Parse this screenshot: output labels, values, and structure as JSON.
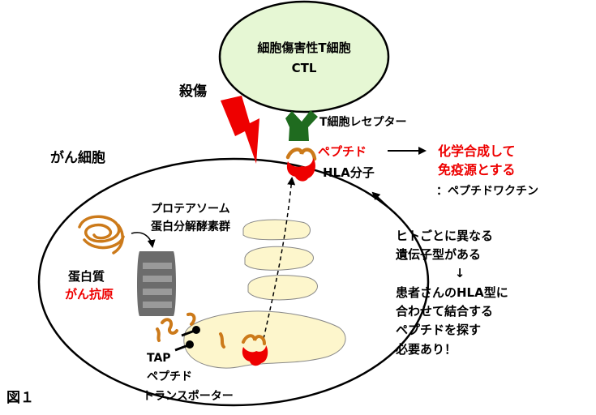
{
  "t_cell": {
    "line1": "細胞傷害性T細胞",
    "line2": "CTL",
    "fill": "#e6f7d4"
  },
  "killing_label": "殺傷",
  "tcr_label": "T細胞レセプター",
  "peptide_label": "ペプチド",
  "hla_label": "HLA分子",
  "synthesis": {
    "line1": "化学合成して",
    "line2": "免疫源とする",
    "line3": "：ペプチドワクチン"
  },
  "cancer_cell_label": "がん細胞",
  "proteasome": {
    "line1": "プロテアソーム",
    "line2": "蛋白分解酵素群"
  },
  "protein": {
    "line1": "蛋白質",
    "line2": "がん抗原"
  },
  "tap": {
    "line1": "TAP",
    "line2": "ペプチド",
    "line3": "トランスポーター"
  },
  "hla_note": {
    "line1": "ヒトごとに異なる",
    "line2": "遺伝子型がある",
    "arrow": "↓",
    "line3": "患者さんのHLA型に",
    "line4": "合わせて結合する",
    "line5": "ペプチドを探す",
    "line6": "必要あり！"
  },
  "figure_label": "図１",
  "colors": {
    "red": "#ee0000",
    "green": "#1f6b1f",
    "brown": "#cc7a1a",
    "er_fill": "#fdf6cc",
    "gray": "#707070"
  }
}
